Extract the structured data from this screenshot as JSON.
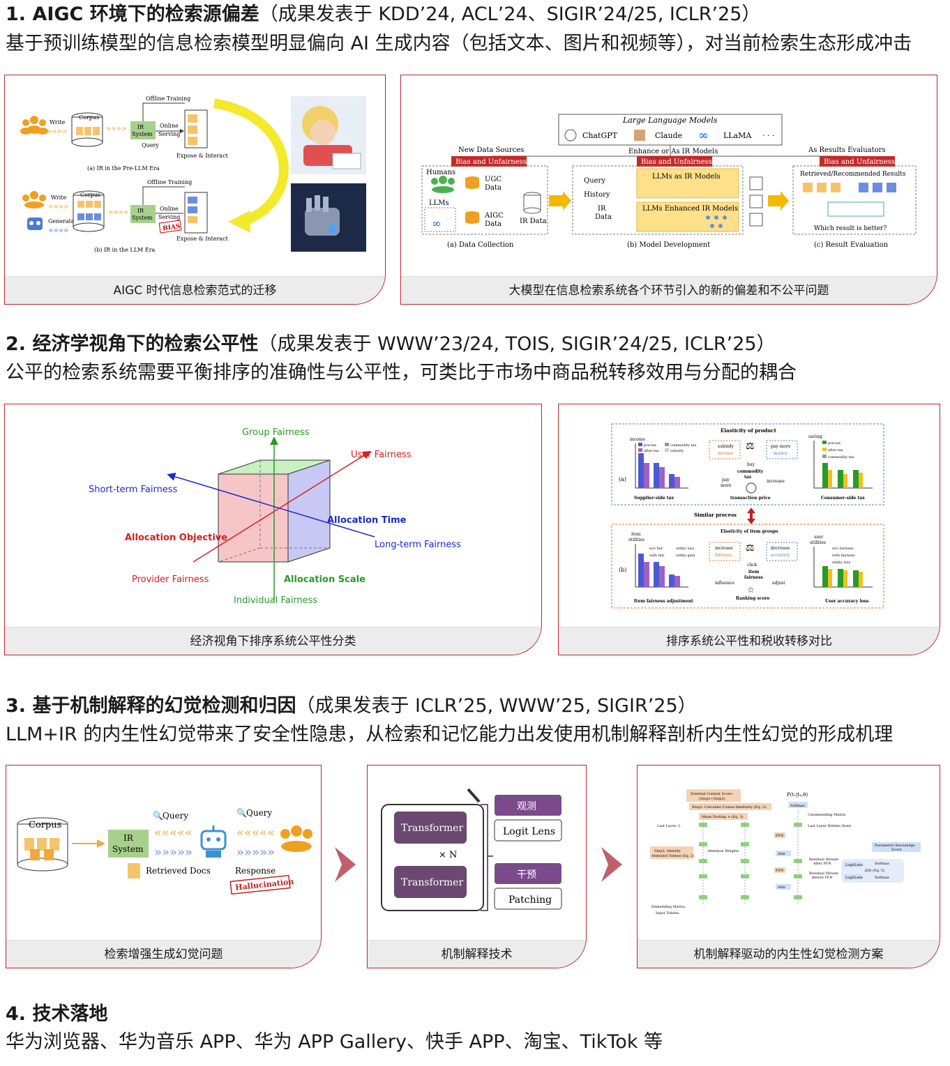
{
  "section1": {
    "title_bold": "1. AIGC 环境下的检索源偏差",
    "title_pub": "（成果发表于 KDD’24, ACL’24、SIGIR’24/25, ICLR’25）",
    "subtitle": "基于预训练模型的信息检索模型明显偏向 AI 生成内容（包括文本、图片和视频等），对当前检索生态形成冲击",
    "card1": {
      "caption": "AIGC 时代信息检索范式的迁移",
      "top": {
        "offline": "Offline Training",
        "write": "Write",
        "corpus": "Corpus",
        "ir1": "IR",
        "ir2": "System",
        "online1": "Online",
        "online2": "Serving",
        "query": "Query",
        "expose": "Expose & Interact",
        "label": "(a) IR in the Pre-LLM Era"
      },
      "bottom": {
        "offline": "Offline Training",
        "write": "Write",
        "generate": "Generate",
        "corpus": "Corpus",
        "ir1": "IR",
        "ir2": "System",
        "online1": "Online",
        "online2": "Serving",
        "bias": "BIAS",
        "expose": "Expose & Interact",
        "label": "(b) IR in the LLM Era"
      }
    },
    "card2": {
      "caption": "大模型在信息检索系统各个环节引入的新的偏差和不公平问题",
      "llm_title": "Large Language Models",
      "llm_items": [
        "ChatGPT",
        "Claude",
        "LLaMA",
        "· · ·"
      ],
      "col_a_head": "New Data Sources",
      "col_b_head": "Enhance or As IR Models",
      "col_c_head": "As Results Evaluators",
      "bias_tag": "Bias and  Unfairness",
      "humans": "Humans",
      "llms": "LLMs",
      "ugc1": "UGC",
      "ugc2": "Data",
      "aigc1": "AIGC",
      "aigc2": "Data",
      "irdata": "IR Data",
      "query": "Query",
      "history": "History",
      "irdata2_1": "IR",
      "irdata2_2": "Data",
      "llm_as_ir": "LLMs as IR Models",
      "llm_enh": "LLMs Enhanced IR Models",
      "retrieved": "Retrieved/Recommended Results",
      "which": "Which result is better?",
      "label_a": "(a) Data Collection",
      "label_b": "(b) Model Development",
      "label_c": "(c) Result Evaluation"
    }
  },
  "section2": {
    "title_bold": "2. 经济学视角下的检索公平性",
    "title_pub": "（成果发表于 WWW’23/24, TOIS, SIGIR’24/25, ICLR’25）",
    "subtitle": "公平的检索系统需要平衡排序的准确性与公平性，可类比于市场中商品税转移效用与分配的耦合",
    "card1": {
      "caption": "经济视角下排序系统公平性分类",
      "group": "Group Fairness",
      "user": "User Fairness",
      "short": "Short-term Fairness",
      "alloc_time": "Allocation Time",
      "alloc_obj": "Allocation Objective",
      "long": "Long-term Fairness",
      "provider": "Provider Fairness",
      "alloc_scale": "Allocation Scale",
      "individual": "Individual Fairness"
    },
    "card2": {
      "caption": "排序系统公平性和税收转移对比",
      "elasticity_a": "Elasticity of product",
      "income": "income",
      "pretax": "pre-tax",
      "aftertax": "after-tax",
      "commodity": "commodity tax",
      "subsidy": "subsidy",
      "subsidy_box1": "subsidy",
      "subsidy_box2": "income",
      "paymore_box1": "pay more",
      "paymore_box2": "money",
      "buy": "buy",
      "commodity_tax1": "commodity",
      "commodity_tax2": "tax",
      "pay": "pay",
      "more": "more",
      "increase": "increase",
      "transaction": "transaction price",
      "saving": "saving",
      "supplier": "Supplier-side tax",
      "consumer": "Consumer-side tax",
      "label_a": "(a)",
      "label_b": "(b)",
      "similar": "Similar process",
      "elasticity_b": "Elasticity of item groups",
      "item_util1": "item",
      "item_util2": "utilities",
      "wofair": "w/o fair",
      "utilityloss": "utility loss",
      "withfair": "with fair",
      "utilitygain": "utility gain",
      "inc_box1": "increase",
      "inc_box2": "fairness",
      "dec_box1": "decrease",
      "dec_box2": "accuracy",
      "click": "click",
      "item_fair1": "item",
      "item_fair2": "fairness",
      "influence": "influence",
      "adjust": "adjust",
      "ranking": "Ranking score",
      "user_util1": "user",
      "user_util2": "utilities",
      "wofairness": "w/o fairness",
      "withfairness": "with fairness",
      "utilityloss2": "utility loss",
      "item_adj": "Item fairness adjustment",
      "user_acc": "User accuracy loss"
    }
  },
  "section3": {
    "title_bold": "3. 基于机制解释的幻觉检测和归因",
    "title_pub": "（成果发表于 ICLR’25, WWW’25, SIGIR’25）",
    "subtitle": "LLM+IR 的内生性幻觉带来了安全性隐患，从检索和记忆能力出发使用机制解释剖析内生性幻觉的形成机理",
    "card1": {
      "caption": "检索增强生成幻觉问题",
      "corpus": "Corpus",
      "ir1": "IR",
      "ir2": "System",
      "query1": "Query",
      "query2": "Query",
      "retrieved": "Retrieved Docs",
      "response": "Response",
      "halluc": "Hallucination"
    },
    "card2": {
      "caption": "机制解释技术",
      "transformer": "Transformer",
      "times": "× N",
      "observe": "观测",
      "logit": "Logit Lens",
      "intervene": "干预",
      "patching": "Patching"
    },
    "card3": {
      "caption": "机制解释驱动的内生性幻觉检测方案",
      "ext1": "External Context Score:",
      "ext2": "(Step1+Step2)",
      "step2": "Step2: Calculate Cosine-Similarity (Eq. 3).",
      "mean": "Mean Pooling: e (Eq. 3)",
      "ptitle": "P(t₁|t₄,θ)",
      "softmax": "Softmax",
      "unembed": "Unembedding Matrix",
      "lastlayer": "Last Layer: L",
      "lasthidden": "Last Layer Hidden State",
      "step1a": "Step1: Identify",
      "step1b": "Attended Tokens (Eq. 2).",
      "attnw": "Attention Weights",
      "ffn": "FFN",
      "attn": "Attn",
      "res_after1": "Residual Stream",
      "res_after2": "After FFN",
      "res_before1": "Residual Stream",
      "res_before2": "Before FFN",
      "logitlens": "LogitLens",
      "jsd": "JSD (Eq. 5)",
      "param1": "Parametric Knowledge",
      "param2": "Score",
      "embed": "Embedding Matrix:",
      "input": "Input Tokens:"
    }
  },
  "section4": {
    "title_bold": "4. 技术落地",
    "subtitle": "华为浏览器、华为音乐 APP、华为 APP Gallery、快手 APP、淘宝、TikTok 等"
  },
  "colors": {
    "accent": "#b8272c",
    "caption_bg": "#ececec"
  }
}
